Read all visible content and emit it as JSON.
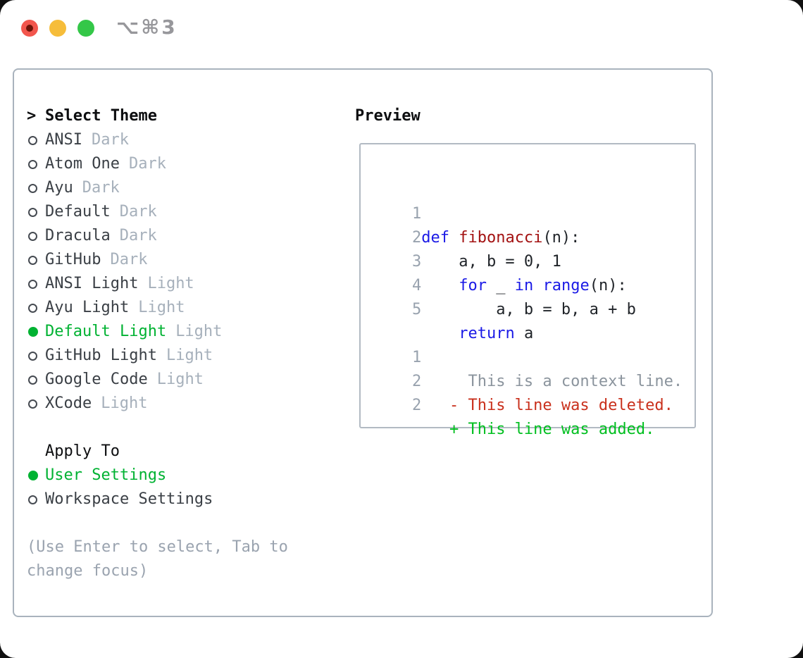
{
  "titlebar": {
    "shortcut_label": "⌥⌘3"
  },
  "colors": {
    "accent_green": "#00b232",
    "added_green": "#00bf1f",
    "deleted_red": "#c9301c",
    "keyword_blue": "#1b1ae6",
    "function_red": "#a31212",
    "muted_gray": "#a6b0bb",
    "line_number_gray": "#98a2ae",
    "traffic_red": "#f2564d",
    "traffic_yellow": "#f6bd3a",
    "traffic_green": "#34c748"
  },
  "theme_list": {
    "header_prefix": ">",
    "header": "Select Theme",
    "items": [
      {
        "name": "ANSI",
        "variant": "Dark",
        "selected": false
      },
      {
        "name": "Atom One",
        "variant": "Dark",
        "selected": false
      },
      {
        "name": "Ayu",
        "variant": "Dark",
        "selected": false
      },
      {
        "name": "Default",
        "variant": "Dark",
        "selected": false
      },
      {
        "name": "Dracula",
        "variant": "Dark",
        "selected": false
      },
      {
        "name": "GitHub",
        "variant": "Dark",
        "selected": false
      },
      {
        "name": "ANSI Light",
        "variant": "Light",
        "selected": false
      },
      {
        "name": "Ayu Light",
        "variant": "Light",
        "selected": false
      },
      {
        "name": "Default Light",
        "variant": "Light",
        "selected": true
      },
      {
        "name": "GitHub Light",
        "variant": "Light",
        "selected": false
      },
      {
        "name": "Google Code",
        "variant": "Light",
        "selected": false
      },
      {
        "name": "XCode",
        "variant": "Light",
        "selected": false
      }
    ]
  },
  "apply_to": {
    "header": "Apply To",
    "options": [
      {
        "label": "User Settings",
        "selected": true
      },
      {
        "label": "Workspace Settings",
        "selected": false
      }
    ]
  },
  "hint": {
    "line1": "(Use Enter to select, Tab to",
    "line2": "change focus)"
  },
  "preview": {
    "title": "Preview",
    "code_lines": [
      {
        "num": "1",
        "tokens": [
          {
            "t": " ",
            "c": "pl"
          },
          {
            "t": "def ",
            "c": "kw"
          },
          {
            "t": "fibonacci",
            "c": "fn"
          },
          {
            "t": "(n):",
            "c": "pl"
          }
        ]
      },
      {
        "num": "2",
        "tokens": [
          {
            "t": "     a, b = 0, 1",
            "c": "pl"
          }
        ]
      },
      {
        "num": "3",
        "tokens": [
          {
            "t": "     ",
            "c": "pl"
          },
          {
            "t": "for",
            "c": "kw"
          },
          {
            "t": " _ ",
            "c": "pl"
          },
          {
            "t": "in",
            "c": "kw"
          },
          {
            "t": " ",
            "c": "pl"
          },
          {
            "t": "range",
            "c": "kw"
          },
          {
            "t": "(n):",
            "c": "pl"
          }
        ]
      },
      {
        "num": "4",
        "tokens": [
          {
            "t": "         a, b = b, a + b",
            "c": "pl"
          }
        ]
      },
      {
        "num": "5",
        "tokens": [
          {
            "t": "     ",
            "c": "pl"
          },
          {
            "t": "return",
            "c": "kw"
          },
          {
            "t": " a",
            "c": "pl"
          }
        ]
      }
    ],
    "diff_lines": [
      {
        "num": "1",
        "marker": " ",
        "text": "This is a context line.",
        "type": "context"
      },
      {
        "num": "2",
        "marker": "-",
        "text": "This line was deleted.",
        "type": "deleted"
      },
      {
        "num": "2",
        "marker": "+",
        "text": "This line was added.",
        "type": "added"
      }
    ]
  }
}
